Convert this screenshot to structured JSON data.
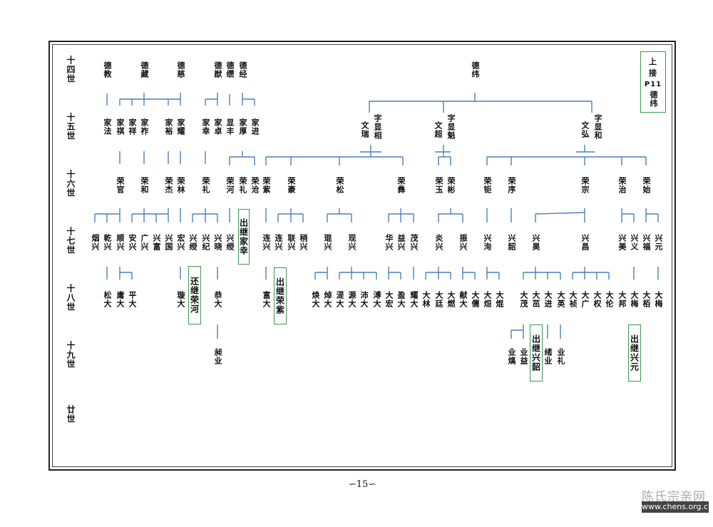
{
  "generations": [
    "十四世",
    "十五世",
    "十六世",
    "十七世",
    "十八世",
    "十九世",
    "廿世"
  ],
  "gen14": [
    "德教",
    "德藏",
    "德慈",
    "德猷",
    "德缵",
    "德经",
    "德纬"
  ],
  "gen15": [
    "家法",
    "家祺",
    "家祥",
    "家祚",
    "家裕",
    "家耀",
    "家幸",
    "家卓",
    "显丰",
    "家厚",
    "家进",
    "文瑞",
    "字显相",
    "文超",
    "字显魁",
    "文弘",
    "字显和"
  ],
  "gen16": [
    "荣官",
    "荣和",
    "荣杰",
    "荣林",
    "荣礼",
    "荣河",
    "荣礼",
    "荣沧",
    "荣紫",
    "荣豪",
    "荣松",
    "荣彝",
    "荣玉",
    "荣彬",
    "荣钜",
    "荣序",
    "荣宗",
    "荣治",
    "荣始"
  ],
  "gen17": [
    "烟兴",
    "乾兴",
    "顺兴",
    "安兴",
    "广兴",
    "兴富",
    "兴国",
    "宏兴",
    "兴绶",
    "兴纪",
    "兴晓",
    "兴绶",
    "连兴",
    "连兴",
    "联兴",
    "稍兴",
    "琨兴",
    "现兴",
    "华兴",
    "益兴",
    "茂兴",
    "炎兴",
    "振兴",
    "兴洵",
    "兴韶",
    "兴昊",
    "兴昌",
    "兴美",
    "兴义",
    "兴福",
    "兴元"
  ],
  "gen18": [
    "松大",
    "庸大",
    "平大",
    "璇大",
    "恭大",
    "富大",
    "焕大",
    "焯大",
    "湜大",
    "源大",
    "沛大",
    "溥大",
    "大宏",
    "盈大",
    "耀大",
    "大林",
    "大廷",
    "大燃",
    "献大",
    "大儒",
    "大烜",
    "大焜",
    "大茂",
    "大茁",
    "大进",
    "大英",
    "大祯",
    "大广",
    "大权",
    "大伦",
    "大邦",
    "大梅",
    "大栢",
    "大梅"
  ],
  "gen19": [
    "昶业",
    "业熇",
    "业益",
    "绪业",
    "业礼"
  ],
  "ref_box": [
    "上",
    "接",
    "P11",
    "德纬"
  ],
  "adopt_boxes": [
    "出继家幸",
    "还继荣河",
    "出继荣紫",
    "出继兴韶",
    "出继兴元"
  ],
  "page_number": "∽15∽",
  "watermark": {
    "title": "陈氏宗亲网",
    "url": "www.chens.org.cn"
  }
}
